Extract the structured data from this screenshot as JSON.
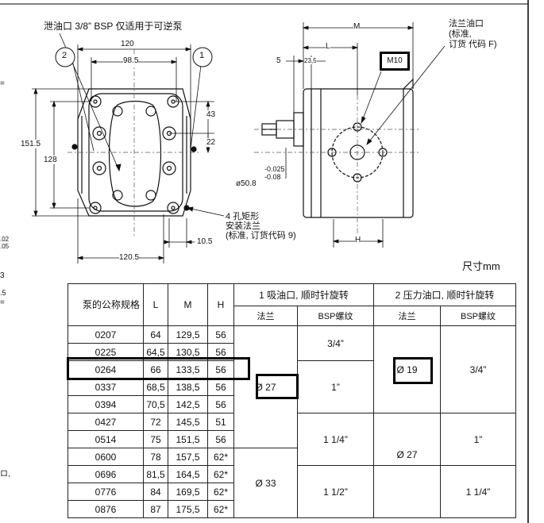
{
  "diagram": {
    "drain_port_label": "泄油口 3/8”  BSP 仅适用于可逆泵",
    "circle_label_2": "2",
    "circle_label_1": "1",
    "dim_120": "120",
    "dim_98_5": "98.5",
    "dim_151_5": "151.5",
    "dim_128": "128",
    "dim_43": "43",
    "dim_22": "22",
    "dim_10_5": "10.5",
    "dim_120_5": "120.5",
    "mount_label_line1": "4 孔矩形",
    "mount_label_line2": "安装法兰",
    "mount_label_line3": "(标准, 订货代码 9)",
    "dim_M": "M",
    "dim_L": "L",
    "dim_5": "5",
    "dim_23_5": "23,5",
    "m10_label": "M10",
    "flange_label_line1": "法兰油口",
    "flange_label_line2": "(标准,",
    "flange_label_line3": "订货 代码 F)",
    "shaft_dia": "ø50.8",
    "tol_upper": "-0.025",
    "tol_lower": "-0.08",
    "dim_H": "H",
    "units": "尺寸mm",
    "margin_texts": [
      "=",
      ".02",
      ".05",
      "3",
      ".5",
      "=",
      "ロ,"
    ]
  },
  "table": {
    "header": {
      "size": "泵的公称规格",
      "L": "L",
      "M": "M",
      "H": "H",
      "suction": "1 吸油口, 顺时针旋转",
      "pressure": "2 压力油口, 顺时针旋转",
      "flange": "法兰",
      "bsp": "BSP螺纹"
    },
    "rows": [
      {
        "size": "0207",
        "L": "64",
        "M": "129,5",
        "H": "56"
      },
      {
        "size": "0225",
        "L": "64,5",
        "M": "130,5",
        "H": "56"
      },
      {
        "size": "0264",
        "L": "66",
        "M": "133,5",
        "H": "56"
      },
      {
        "size": "0337",
        "L": "68,5",
        "M": "138,5",
        "H": "56"
      },
      {
        "size": "0394",
        "L": "70,5",
        "M": "142,5",
        "H": "56"
      },
      {
        "size": "0427",
        "L": "72",
        "M": "145,5",
        "H": "51"
      },
      {
        "size": "0514",
        "L": "75",
        "M": "151,5",
        "H": "56"
      },
      {
        "size": "0600",
        "L": "78",
        "M": "157,5",
        "H": "62*"
      },
      {
        "size": "0696",
        "L": "81,5",
        "M": "164,5",
        "H": "62*"
      },
      {
        "size": "0776",
        "L": "84",
        "M": "169,5",
        "H": "62*"
      },
      {
        "size": "0876",
        "L": "87",
        "M": "175,5",
        "H": "62*"
      }
    ],
    "suction_flange": [
      "Ø 27",
      "Ø 33"
    ],
    "suction_bsp": [
      "3/4”",
      "1”",
      "1 1/4”",
      "1 1/2”"
    ],
    "pressure_flange": [
      "Ø 19",
      "Ø 27"
    ],
    "pressure_bsp": [
      "3/4”",
      "1”",
      "1 1/4”"
    ]
  }
}
